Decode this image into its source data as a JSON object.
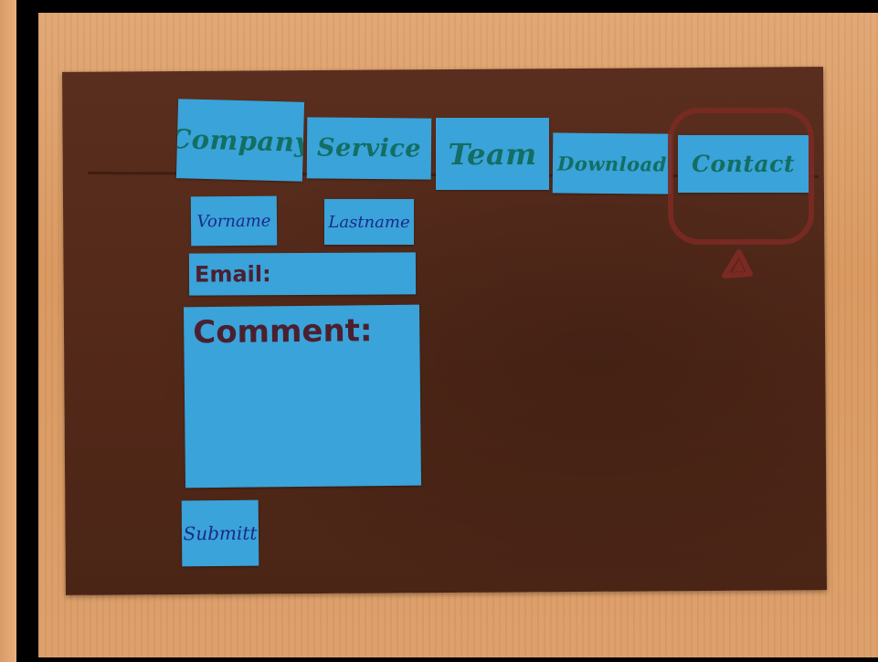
{
  "nav": {
    "items": [
      {
        "label": "Company"
      },
      {
        "label": "Service"
      },
      {
        "label": "Team"
      },
      {
        "label": "Download"
      },
      {
        "label": "Contact"
      }
    ],
    "active": "Contact"
  },
  "form": {
    "vorname_label": "Vorname",
    "lastname_label": "Lastname",
    "email_label": "Email:",
    "comment_label": "Comment:",
    "submit_label": "Submitt"
  },
  "colors": {
    "note": "#3aa3d9",
    "paper": "#522818",
    "nav_text": "#136e63",
    "field_text": "#1a2a8a",
    "highlight": "#7a2a22"
  },
  "icons": {
    "cursor": "pointer-triangle-icon"
  }
}
